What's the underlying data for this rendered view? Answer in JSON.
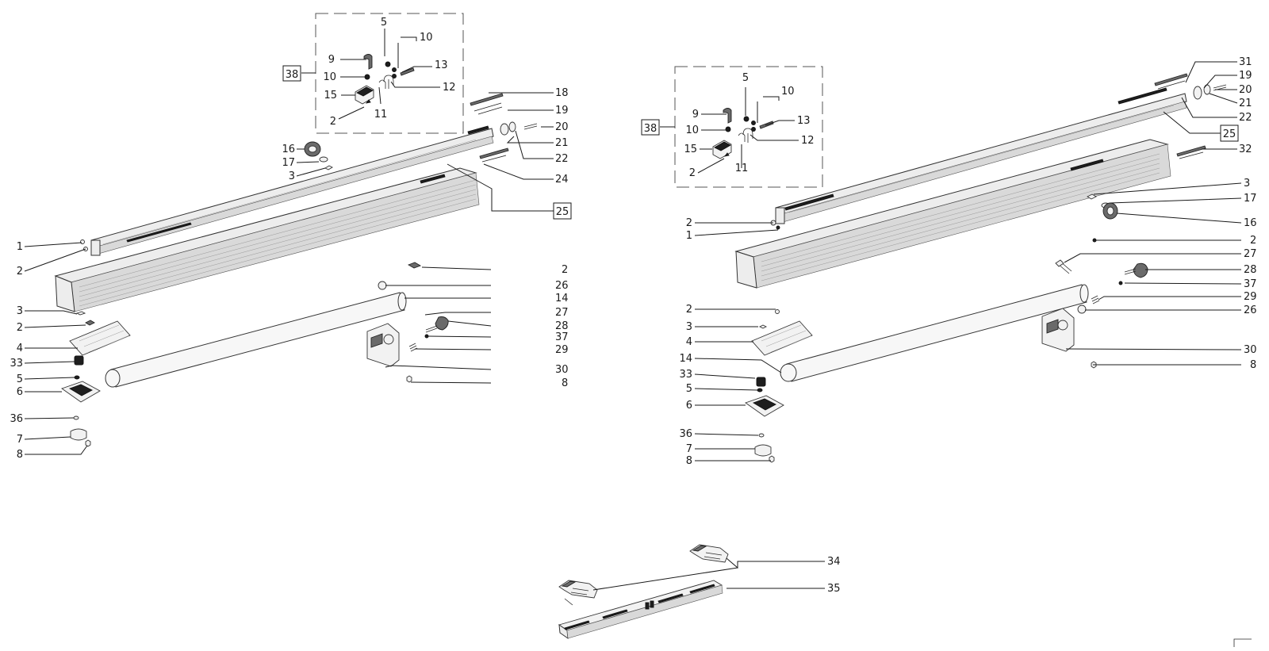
{
  "left_assembly": {
    "set_label": "38",
    "callouts": [
      "5",
      "10",
      "9",
      "13",
      "10",
      "12",
      "15",
      "11",
      "2",
      "18",
      "19",
      "20",
      "16",
      "21",
      "17",
      "22",
      "3",
      "24",
      "25",
      "1",
      "2",
      "2",
      "26",
      "14",
      "3",
      "27",
      "2",
      "28",
      "4",
      "37",
      "29",
      "33",
      "30",
      "5",
      "8",
      "6",
      "36",
      "7",
      "8"
    ]
  },
  "right_assembly": {
    "set_label": "38",
    "callouts": [
      "31",
      "19",
      "20",
      "21",
      "5",
      "10",
      "22",
      "9",
      "13",
      "25",
      "10",
      "12",
      "32",
      "15",
      "11",
      "2",
      "3",
      "17",
      "2",
      "16",
      "1",
      "2",
      "27",
      "28",
      "37",
      "29",
      "2",
      "26",
      "3",
      "4",
      "30",
      "14",
      "8",
      "33",
      "5",
      "6",
      "36",
      "7",
      "8"
    ]
  },
  "bottom_assembly": {
    "callouts": [
      "34",
      "35"
    ]
  }
}
